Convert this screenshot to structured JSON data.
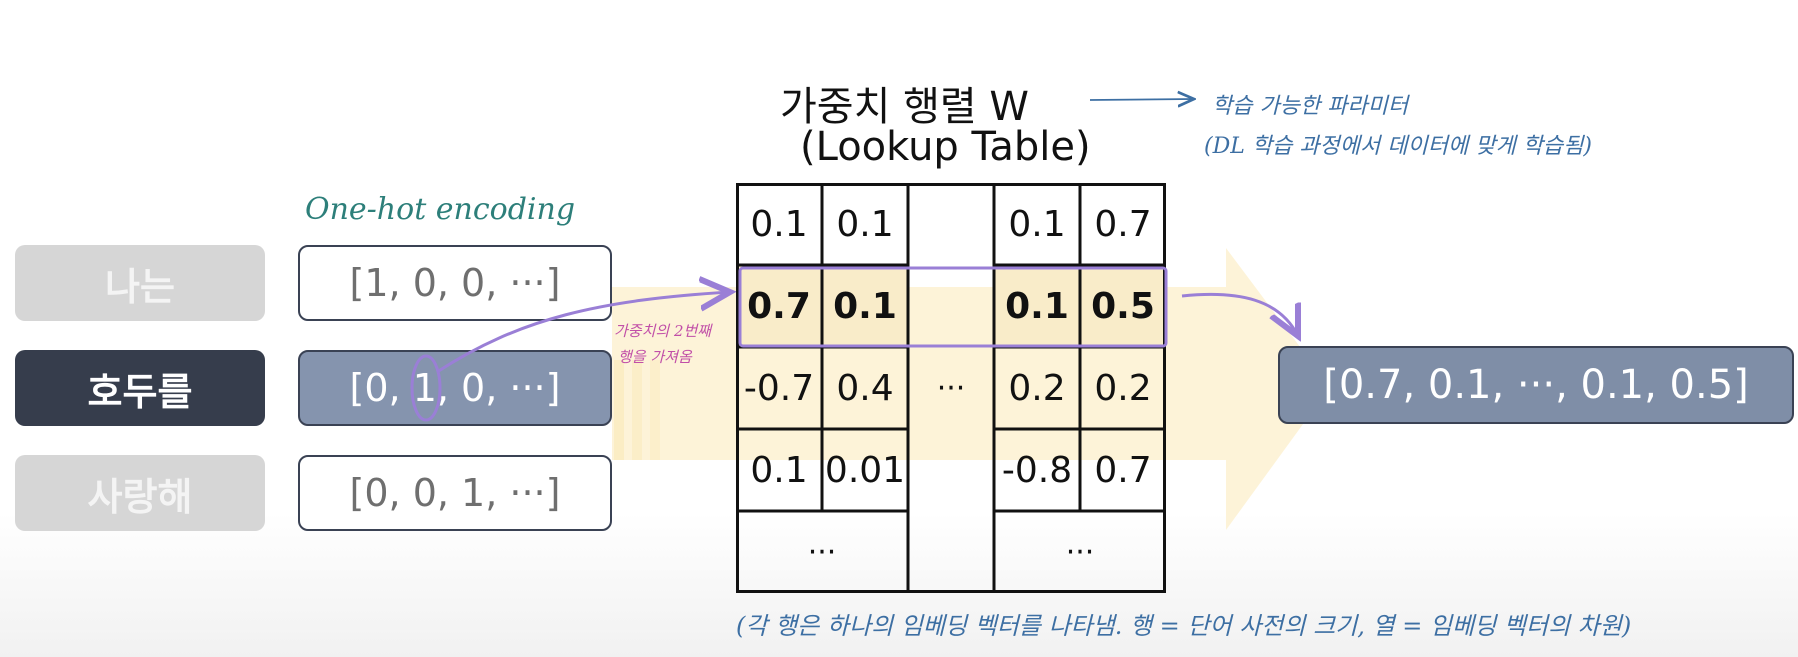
{
  "words": [
    "나는",
    "호두를",
    "사랑해"
  ],
  "onehot_label": "One-hot encoding",
  "onehot_vectors": [
    "[1, 0, 0, ···]",
    "[0, 1, 0, ···]",
    "[0, 0, 1, ···]"
  ],
  "title_line1": "가중치 행렬 W",
  "title_line2": "(Lookup Table)",
  "note_params_line1": "학습 가능한 파라미터",
  "note_params_line2": "(DL 학습 과정에서 데이터에 맞게 학습됨)",
  "note_pick_line1": "가중치의 2번째",
  "note_pick_line2": "행을 가져옴",
  "matrix_rows": [
    [
      "0.1",
      "0.1",
      "",
      "0.1",
      "0.7"
    ],
    [
      "0.7",
      "0.1",
      "",
      "0.1",
      "0.5"
    ],
    [
      "-0.7",
      "0.4",
      "···",
      "0.2",
      "0.2"
    ],
    [
      "0.1",
      "0.01",
      "",
      "-0.8",
      "0.7"
    ]
  ],
  "matrix_ellipsis": "···",
  "highlight_row_index": 1,
  "result_vector": "[0.7, 0.1, ···, 0.1, 0.5]",
  "footer_note": "(각 행은 하나의 임베딩 벡터를 나타냄. 행 = 단어 사전의 크기, 열 = 임베딩 벡터의 차원)",
  "colors": {
    "active_word": "#363d4c",
    "inactive_word": "#d6d6d6",
    "active_vector": "#8594ae",
    "highlight_row": "#f9ecc9",
    "purple_annotation": "#9a7fd6",
    "background_arrow": "#fdf3d8"
  }
}
